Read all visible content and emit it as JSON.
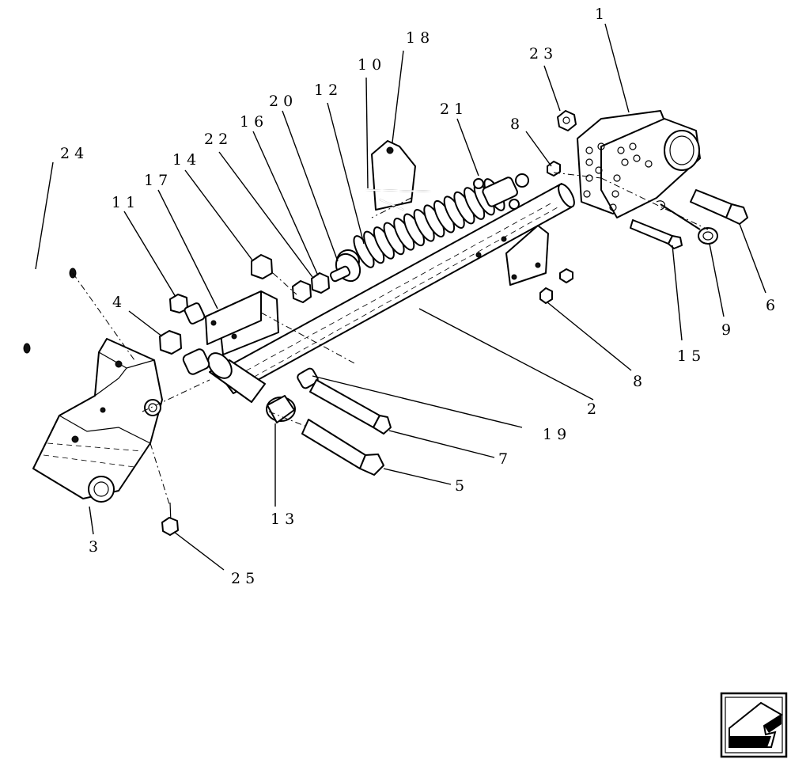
{
  "callouts": {
    "c1": "1",
    "c2": "2",
    "c3": "3",
    "c4": "4",
    "c5": "5",
    "c6": "6",
    "c7": "7",
    "c8a": "8",
    "c8b": "8",
    "c9": "9",
    "c10": "10",
    "c11": "11",
    "c12": "12",
    "c13": "13",
    "c14": "14",
    "c15": "15",
    "c16": "16",
    "c17": "17",
    "c18": "18",
    "c19": "19",
    "c20": "20",
    "c21": "21",
    "c22": "22",
    "c23": "23",
    "c24": "24",
    "c25": "25"
  },
  "nav_icon": "back-arrow-icon"
}
